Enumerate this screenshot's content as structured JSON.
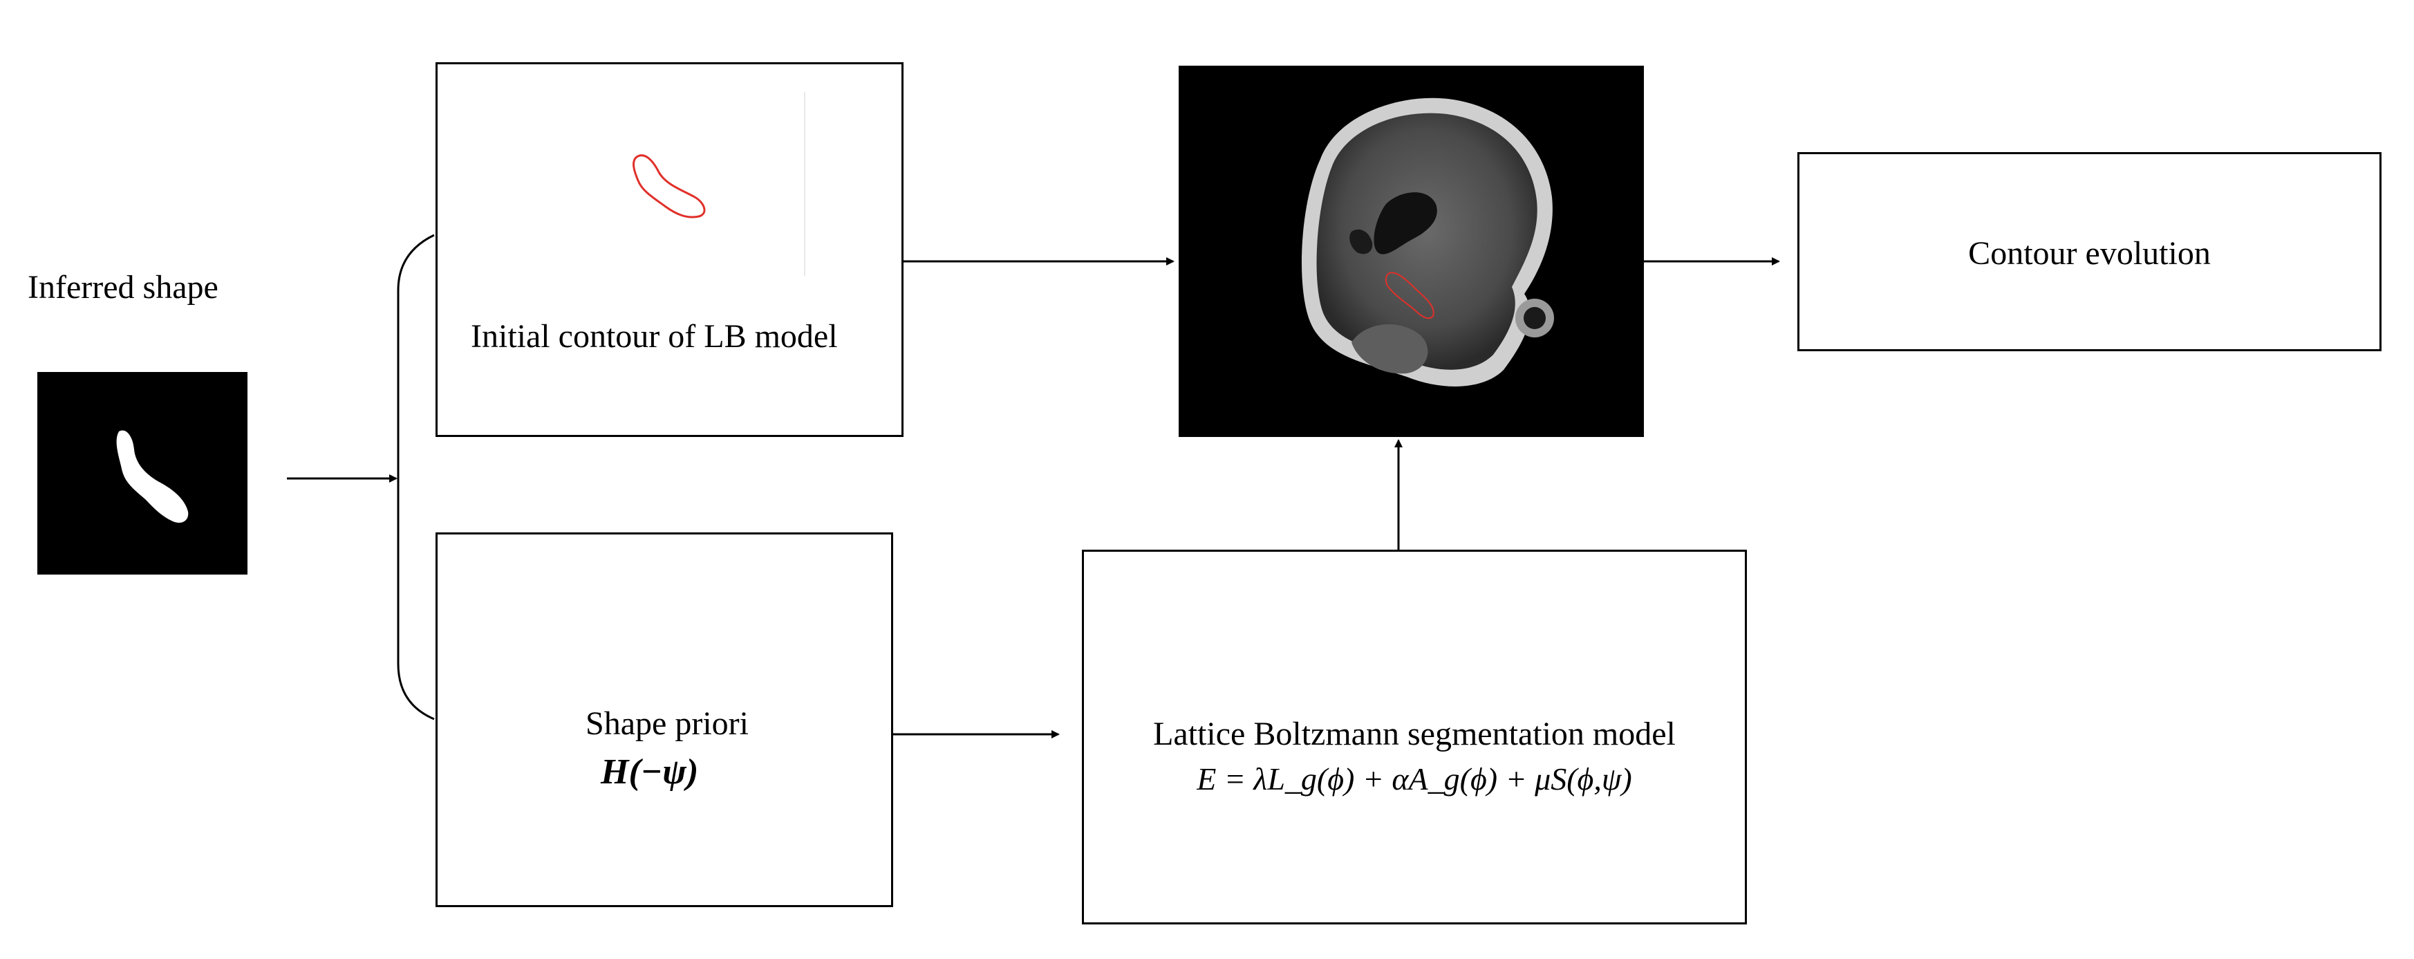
{
  "nodes": {
    "inferred_shape": {
      "title": "Inferred shape"
    },
    "initial_contour": {
      "label": "Initial contour of LB model"
    },
    "shape_priori": {
      "label": "Shape priori",
      "formula": "H(−ψ)"
    },
    "lb_model": {
      "label": "Lattice Boltzmann segmentation model",
      "formula": "E = λL_g(ϕ) + αA_g(ϕ) + μS(ϕ,ψ)"
    },
    "contour_evolution": {
      "label": "Contour evolution"
    }
  },
  "colors": {
    "contour_red": "#e0302a",
    "image_background": "#000000",
    "line": "#000000"
  }
}
